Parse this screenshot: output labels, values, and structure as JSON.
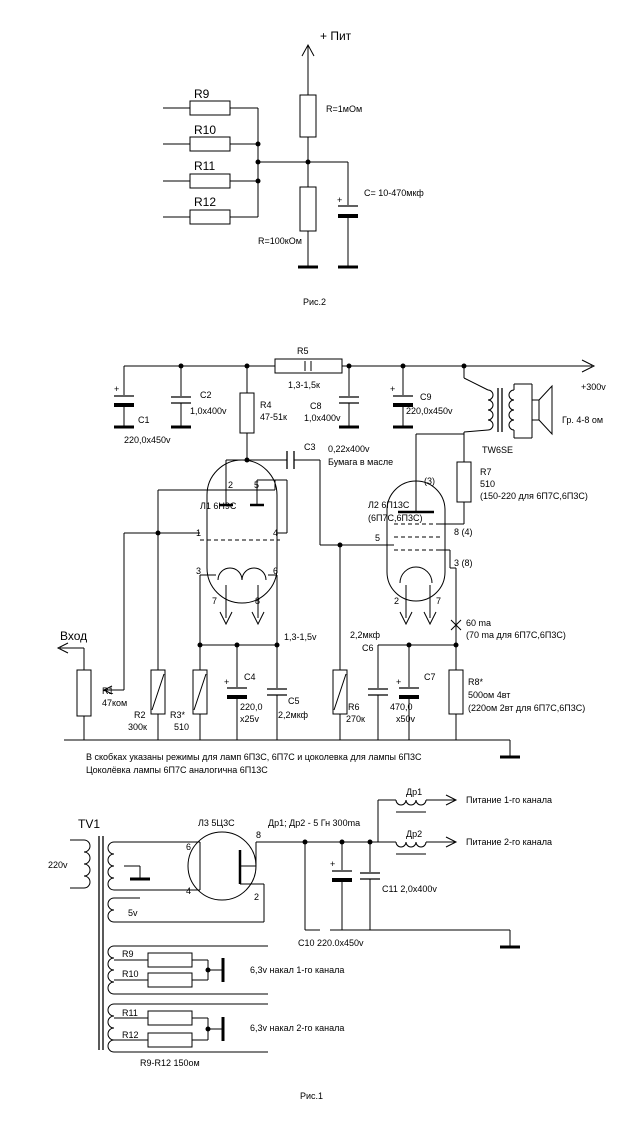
{
  "fig2": {
    "plus_label": "+ Пит",
    "r9": "R9",
    "r10": "R10",
    "r11": "R11",
    "r12": "R12",
    "r_top": "R=1мОм",
    "r_bottom": "R=100кОм",
    "cap": "C= 10-470мкф",
    "caption": "Рис.2"
  },
  "fig1": {
    "r5": "R5",
    "r5_val": "1,3-1,5к",
    "plus300": "+300v",
    "c1": "C1",
    "c1_val": "220,0x450v",
    "c2": "C2",
    "c2_val": "1,0x400v",
    "r4": "R4",
    "r4_val": "47-51к",
    "c8": "C8",
    "c8_val": "1,0x400v",
    "c9": "C9",
    "c9_val": "220,0x450v",
    "speaker": "Гр. 4-8 ом",
    "transformer": "TW6SE",
    "c3": "C3",
    "c3_val": "0,22x400v",
    "c3_note": "Бумага в масле",
    "l1": "Л1 6Н9С",
    "l2": "Л2 6П13С",
    "l2_alt": "(6П7С,6П3С)",
    "pin_3p": "(3)",
    "r7": "R7",
    "r7_val": "510",
    "r7_note": "(150-220 для 6П7С,6П3С)",
    "pin_8_4": "8 (4)",
    "pin_3_8": "3 (8)",
    "vhod": "Вход",
    "v13": "1,3-1,5v",
    "ma60": "60 ma",
    "ma70": "(70 ma для 6П7С,6П3С)",
    "c6_val": "2,2мкф",
    "c6": "C6",
    "r1": "R1",
    "r1_val": "47ком",
    "r2": "R2",
    "r2_val": "300к",
    "r3": "R3*",
    "r3_val": "510",
    "c4": "C4",
    "c4_val1": "220,0",
    "c4_val2": "x25v",
    "c5": "C5",
    "c5_val": "2,2мкф",
    "r6": "R6",
    "r6_val": "270к",
    "c7": "C7",
    "c7_val1": "470,0",
    "c7_val2": "x50v",
    "r8": "R8*",
    "r8_val": "500ом 4вт",
    "r8_note": "(220ом 2вт для 6П7С,6П3С)",
    "note1": "В скобках указаны режимы для ламп 6П3С, 6П7С и цоколевка для лампы 6П3С",
    "note2": "Цоколёвка лампы 6П7С аналогична 6П13С",
    "pins": {
      "p1": "1",
      "p2": "2",
      "p3": "3",
      "p4": "4",
      "p5": "5",
      "p6": "6",
      "p7": "7",
      "p8": "8"
    }
  },
  "ps": {
    "tv1": "TV1",
    "v220": "220v",
    "l3": "Л3 5Ц3С",
    "p6": "6",
    "p4": "4",
    "p8": "8",
    "p2": "2",
    "dr_label": "Др1; Др2 - 5 Гн 300ma",
    "dr1": "Др1",
    "dr2": "Др2",
    "out1": "Питание 1-го канала",
    "out2": "Питание 2-го канала",
    "c11": "C11 2,0x400v",
    "c10": "C10 220.0x450v",
    "v5": "5v",
    "r9": "R9",
    "r10": "R10",
    "r11": "R11",
    "r12": "R12",
    "heat1": "6,3v накал 1-го канала",
    "heat2": "6,3v накал 2-го канала",
    "r_note": "R9-R12 150ом",
    "caption": "Рис.1"
  }
}
